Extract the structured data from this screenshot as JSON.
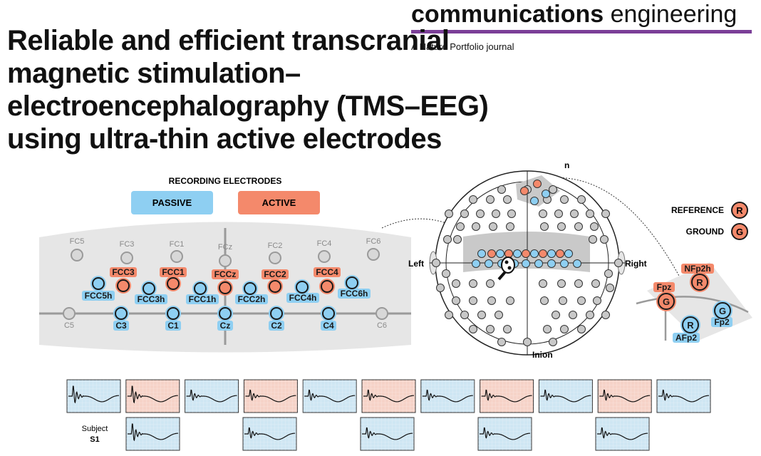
{
  "journal": {
    "name_bold": "communications",
    "name_light": "engineering",
    "subtitle": "A Nature Portfolio journal",
    "rule_color": "#7b3f98"
  },
  "article": {
    "title": "Reliable and efficient transcranial magnetic stimulation–electroencephalography (TMS–EEG) using ultra-thin active electrodes"
  },
  "figure": {
    "panel_a": {
      "heading": "RECORDING ELECTRODES",
      "legend": [
        {
          "label": "PASSIVE",
          "color": "#8ecff2"
        },
        {
          "label": "ACTIVE",
          "color": "#f4896b"
        }
      ],
      "electrodes": [
        {
          "label": "FC5",
          "type": "unused"
        },
        {
          "label": "FC3",
          "type": "unused"
        },
        {
          "label": "FC1",
          "type": "unused"
        },
        {
          "label": "FCz",
          "type": "unused"
        },
        {
          "label": "FC2",
          "type": "unused"
        },
        {
          "label": "FC4",
          "type": "unused"
        },
        {
          "label": "FC6",
          "type": "unused"
        },
        {
          "label": "FCC5h",
          "type": "passive"
        },
        {
          "label": "FCC3",
          "type": "active"
        },
        {
          "label": "FCC3h",
          "type": "passive"
        },
        {
          "label": "FCC1",
          "type": "active"
        },
        {
          "label": "FCC1h",
          "type": "passive"
        },
        {
          "label": "FCCz",
          "type": "active"
        },
        {
          "label": "FCC2h",
          "type": "passive"
        },
        {
          "label": "FCC2",
          "type": "active"
        },
        {
          "label": "FCC4h",
          "type": "passive"
        },
        {
          "label": "FCC4",
          "type": "active"
        },
        {
          "label": "FCC6h",
          "type": "passive"
        },
        {
          "label": "C5",
          "type": "unused"
        },
        {
          "label": "C3",
          "type": "passive"
        },
        {
          "label": "C1",
          "type": "passive"
        },
        {
          "label": "Cz",
          "type": "passive"
        },
        {
          "label": "C2",
          "type": "passive"
        },
        {
          "label": "C4",
          "type": "passive"
        },
        {
          "label": "C6",
          "type": "unused"
        }
      ]
    },
    "head_map": {
      "left_label": "Left",
      "right_label": "Right",
      "bottom_label": "Inion",
      "top_label_fragment": "n"
    },
    "panel_c": {
      "legend": [
        {
          "label": "REFERENCE",
          "marker": "R",
          "color": "#f4896b"
        },
        {
          "label": "GROUND",
          "marker": "G",
          "color": "#f4896b"
        }
      ],
      "electrodes": [
        {
          "label": "NFp2h",
          "marker": "R",
          "type": "active"
        },
        {
          "label": "Fpz",
          "marker": "G",
          "type": "active"
        },
        {
          "label": "Fp2",
          "marker": "G",
          "type": "passive"
        },
        {
          "label": "AFp2",
          "marker": "R",
          "type": "passive"
        }
      ]
    },
    "traces": {
      "subject_label": "Subject",
      "subject_id": "S1",
      "row1_types": [
        "passive",
        "active",
        "passive",
        "active",
        "passive",
        "active",
        "passive",
        "active",
        "passive",
        "active",
        "passive"
      ],
      "row2_types": [
        "active",
        "active",
        "passive",
        "passive",
        "passive"
      ]
    },
    "colors": {
      "passive": "#8ecff2",
      "active": "#f4896b",
      "unused": "#c8c8c8",
      "panel_bg": "#e6e6e6",
      "trace_passive_bg": "#cfe6f3",
      "trace_active_bg": "#f6d3c8"
    }
  }
}
